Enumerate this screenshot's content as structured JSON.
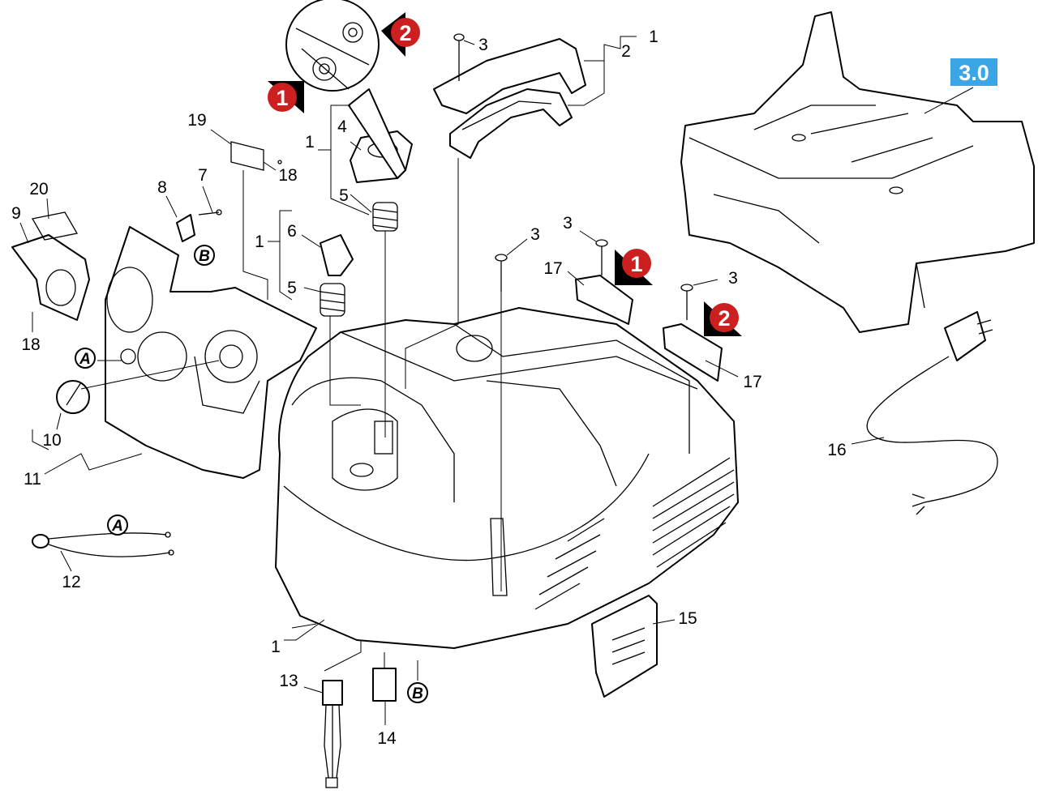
{
  "badge": {
    "text": "3.0",
    "color": "#3aa6e6"
  },
  "marker_color": "#cc1f1f",
  "markers": [
    "1",
    "2",
    "1",
    "2"
  ],
  "connectors": [
    "A",
    "A",
    "B",
    "B"
  ],
  "labels": {
    "l1a": "1",
    "l2": "2",
    "l3a": "3",
    "l1b": "1",
    "l4": "4",
    "l5a": "5",
    "l19": "19",
    "l18a": "18",
    "l1c": "1",
    "l6": "6",
    "l5b": "5",
    "l7": "7",
    "l8": "8",
    "l20": "20",
    "l9": "9",
    "l18b": "18",
    "l10": "10",
    "l11": "11",
    "l12": "12",
    "l3b": "3",
    "l3c": "3",
    "l17a": "17",
    "l3d": "3",
    "l17b": "17",
    "l16": "16",
    "l15": "15",
    "l1d": "1",
    "l13": "13",
    "l14": "14"
  }
}
